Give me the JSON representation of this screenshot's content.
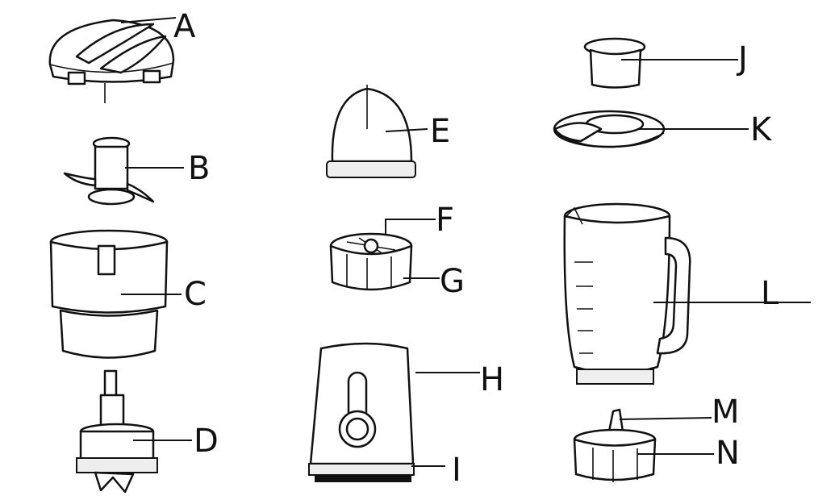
{
  "diagram": {
    "parts": [
      {
        "letter": "A",
        "name": "chopper-lid"
      },
      {
        "letter": "B",
        "name": "chopper-blade"
      },
      {
        "letter": "C",
        "name": "chopper-bowl"
      },
      {
        "letter": "D",
        "name": "chopper-drive-unit"
      },
      {
        "letter": "E",
        "name": "grinder-cup"
      },
      {
        "letter": "F",
        "name": "grinder-blade"
      },
      {
        "letter": "G",
        "name": "grinder-blade-base"
      },
      {
        "letter": "H",
        "name": "motor-base"
      },
      {
        "letter": "I",
        "name": "base-feet"
      },
      {
        "letter": "J",
        "name": "measuring-cap"
      },
      {
        "letter": "K",
        "name": "jug-lid"
      },
      {
        "letter": "L",
        "name": "blender-jug"
      },
      {
        "letter": "M",
        "name": "jug-blade"
      },
      {
        "letter": "N",
        "name": "jug-blade-base"
      }
    ]
  }
}
